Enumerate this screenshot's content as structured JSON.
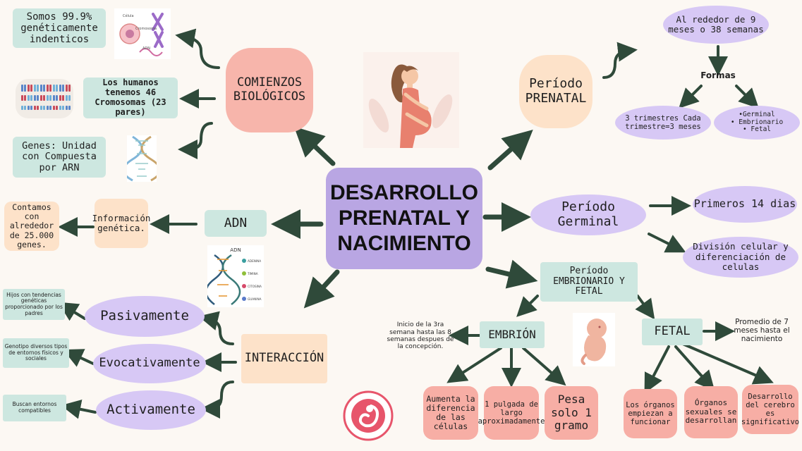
{
  "center": {
    "title": "DESARROLLO PRENATAL Y NACIMIENTO"
  },
  "left": {
    "comienzos": "COMIENZOS BIOLÓGICOS",
    "somos": "Somos 99.9% genéticamente indenticos",
    "humanos": "Los humanos tenemos 46 Cromosomas (23 pares)",
    "genes": "Genes: Unidad con Compuesta por ARN",
    "adn": "ADN",
    "info_genetica": "Información genética.",
    "contamos": "Contamos con alrededor de 25.000 genes.",
    "adn_image_title": "ADN",
    "adn_image_labels": [
      "ADENINA",
      "TIMINA",
      "CITOSINA",
      "GUANINA"
    ],
    "cell_image_labels": [
      "Célula",
      "Cromosoma",
      "ADN"
    ],
    "interaccion": "INTERACCIÓN",
    "pasivamente": "Pasivamente",
    "evocativamente": "Evocativamente",
    "activamente": "Activamente",
    "pasiv_desc": "Hijos con tendencias genéticas proporcionado por los padres",
    "evoc_desc": "Genotipo diversos tipos de entornos físicos y sociales",
    "activ_desc": "Buscan entornos compatibles"
  },
  "right": {
    "prenatal": "Período PRENATAL",
    "meses": "Al rededor de 9 meses o 38 semanas",
    "formas": "Formas",
    "trimestres": "3 trimestres Cada trimestre=3 meses",
    "tipos": [
      "•Germinal",
      "• Embrionario",
      "• Fetal"
    ],
    "germinal": "Período Germinal",
    "primeros": "Primeros 14 dias",
    "division": "División celular y diferenciación de celulas",
    "embrionario": "Período EMBRIONARIO Y FETAL",
    "embrion": "EMBRIÓN",
    "inicio": "Inicio de la 3ra semana hasta las 8 semanas despues de la concepción.",
    "aumenta": "Aumenta la diferencia de las células",
    "pulgada": "1 pulgada de largo aproximadamente",
    "pesa": "Pesa solo 1 gramo",
    "fetal": "FETAL",
    "promedio": "Promedio de 7 meses hasta el nacimiento",
    "organos1": "Los órganos empiezan a funcionar",
    "organos2": "Órganos sexuales se desarrollan",
    "cerebro": "Desarrollo del cerebro es significativo"
  },
  "colors": {
    "background": "#fcf8f3",
    "center": "#b9a6e3",
    "teal": "#cde7e0",
    "peach": "#fde2c9",
    "lavender": "#d7c8f5",
    "pink": "#f7b5ab",
    "arrow": "#2f4a3a"
  },
  "icons": [
    "cell-chromosome-illustration",
    "karyotype-illustration",
    "dna-strand-illustration",
    "pregnant-woman-illustration",
    "dna-diagram-illustration",
    "fetus-illustration",
    "embryo-circle-icon"
  ]
}
